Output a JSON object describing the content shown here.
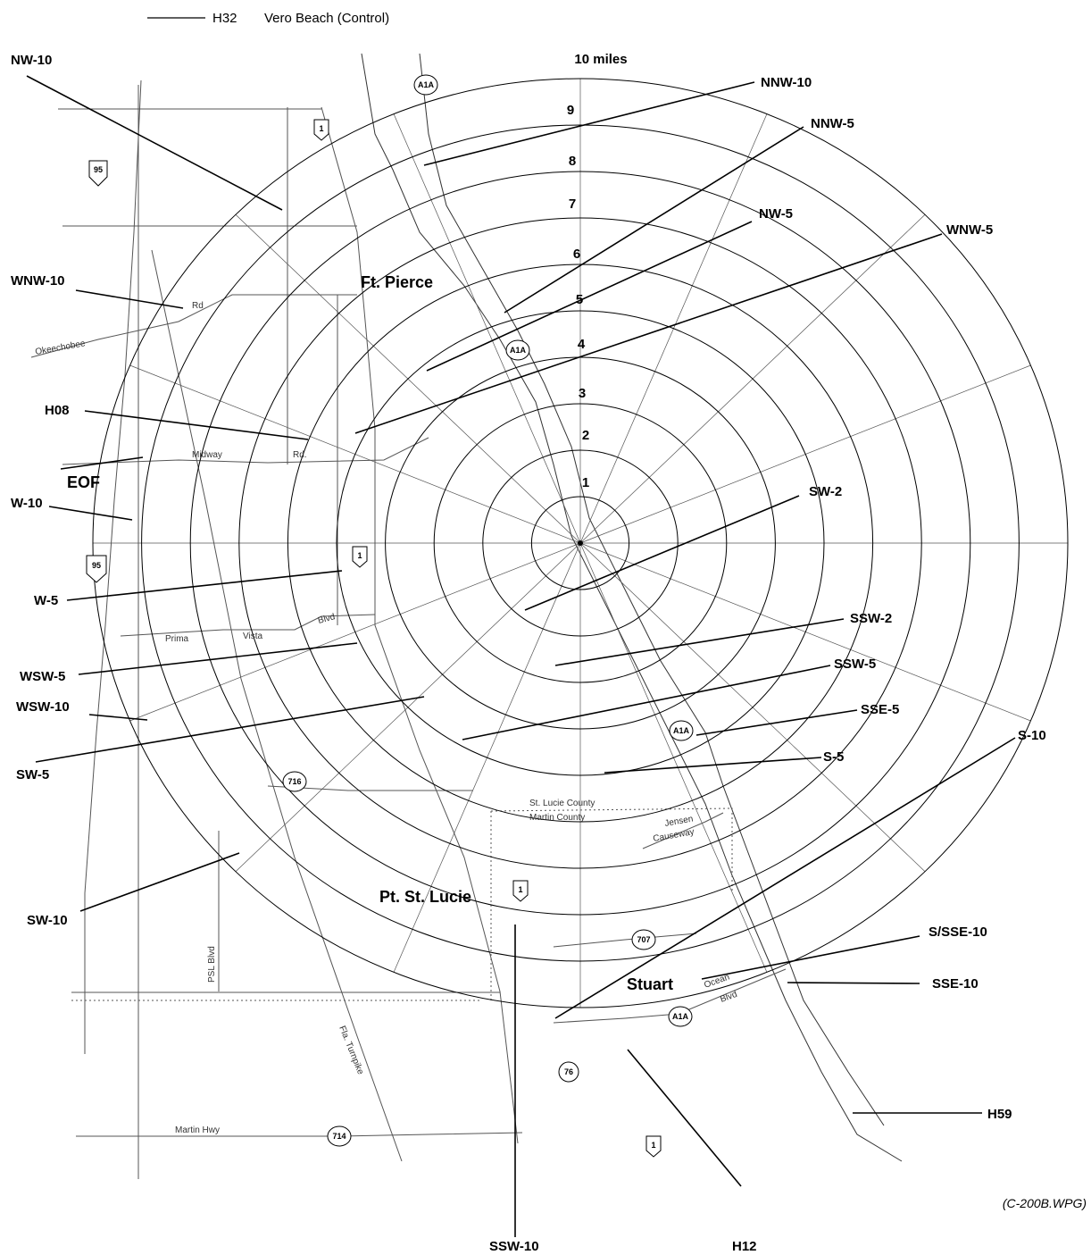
{
  "legend": {
    "code": "H32",
    "text": "Vero Beach (Control)"
  },
  "ring_labels": [
    "1",
    "2",
    "3",
    "4",
    "5",
    "6",
    "7",
    "8",
    "9",
    "10 miles"
  ],
  "cities": {
    "ft_pierce": "Ft. Pierce",
    "pt_st_lucie": "Pt. St. Lucie",
    "stuart": "Stuart"
  },
  "facility": "EOF",
  "sector_labels": {
    "nw10": "NW-10",
    "nnw10": "NNW-10",
    "nnw5": "NNW-5",
    "nw5": "NW-5",
    "wnw5": "WNW-5",
    "wnw10": "WNW-10",
    "h08": "H08",
    "w10": "W-10",
    "sw2": "SW-2",
    "w5": "W-5",
    "ssw2": "SSW-2",
    "wsw5": "WSW-5",
    "ssw5": "SSW-5",
    "sse5": "SSE-5",
    "wsw10": "WSW-10",
    "sw5": "SW-5",
    "s5": "S-5",
    "s10": "S-10",
    "sw10": "SW-10",
    "s_sse10": "S/SSE-10",
    "sse10": "SSE-10",
    "h59": "H59",
    "ssw10": "SSW-10",
    "h12": "H12"
  },
  "road_labels": {
    "okeechobee": "Okeechobee",
    "rd": "Rd",
    "midway": "Midway",
    "midway_rd": "Rd.",
    "prima": "Prima",
    "vista": "Vista",
    "blvd": "Blvd",
    "st_lucie_county": "St. Lucie County",
    "martin_county": "Martin County",
    "jensen": "Jensen",
    "causeway": "Causeway",
    "psl_blvd": "PSL Blvd",
    "turnpike": "Fla. Turnpike",
    "ocean": "Ocean",
    "ocean_blvd": "Blvd",
    "martin_hwy": "Martin Hwy"
  },
  "shields": {
    "i95_north": "95",
    "i95_south": "95",
    "a1a_north": "A1A",
    "a1a_mid": "A1A",
    "a1a_south": "A1A",
    "a1a_stuart": "A1A",
    "us1_north": "1",
    "us1_mid": "1",
    "us1_psl": "1",
    "us1_south": "1",
    "sr716": "716",
    "sr707": "707",
    "sr76": "76",
    "sr714": "714"
  },
  "figure_id": "(C-200B.WPG)"
}
